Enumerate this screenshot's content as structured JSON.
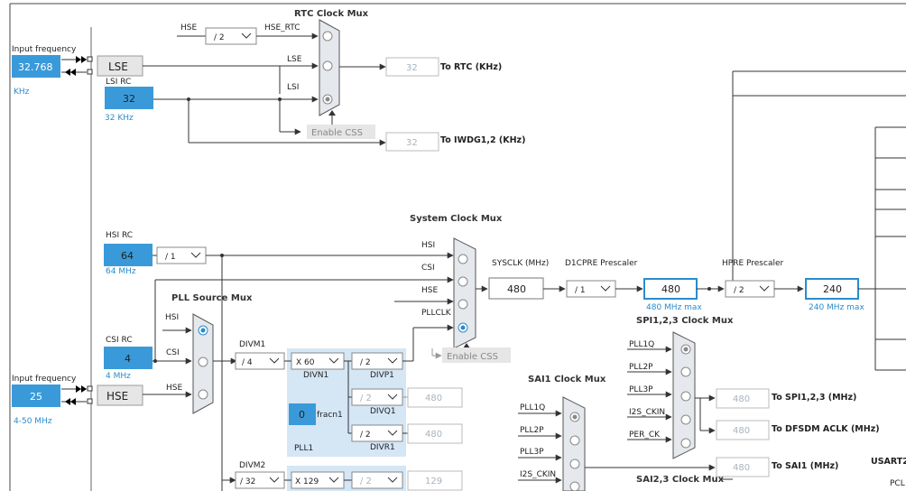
{
  "rtc_mux": {
    "title": "RTC Clock Mux",
    "hse_label": "HSE",
    "hse_div": "/ 2",
    "hse_rtc_label": "HSE_RTC",
    "lse_label": "LSE",
    "lsi_label": "LSI",
    "enable_css": "Enable CSS",
    "rtc_out": "32",
    "rtc_out_label": "To RTC (KHz)",
    "iwdg_out": "32",
    "iwdg_out_label": "To IWDG1,2 (KHz)"
  },
  "lse_block": {
    "input_freq_label": "Input frequency",
    "value": "32.768",
    "unit": "KHz",
    "name": "LSE"
  },
  "lsi_block": {
    "label": "LSI RC",
    "value": "32",
    "unit": "32 KHz"
  },
  "hsi_block": {
    "label": "HSI RC",
    "value": "64",
    "unit": "64 MHz",
    "div": "/ 1"
  },
  "csi_block": {
    "label": "CSI RC",
    "value": "4",
    "unit": "4 MHz"
  },
  "hse_block": {
    "input_freq_label": "Input frequency",
    "value": "25",
    "unit": "4-50 MHz",
    "name": "HSE"
  },
  "pll_src_mux": {
    "title": "PLL Source Mux",
    "hsi": "HSI",
    "csi": "CSI",
    "hse": "HSE"
  },
  "sys_mux": {
    "title": "System Clock Mux",
    "hsi": "HSI",
    "csi": "CSI",
    "hse": "HSE",
    "pllclk": "PLLCLK",
    "enable_css": "Enable CSS"
  },
  "sysclk": {
    "label": "SYSCLK (MHz)",
    "value": "480"
  },
  "d1cpre": {
    "label": "D1CPRE Prescaler",
    "div": "/ 1",
    "value": "480",
    "max": "480 MHz max"
  },
  "hpre": {
    "label": "HPRE Prescaler",
    "div": "/ 2",
    "value": "240",
    "max": "240 MHz max"
  },
  "pll1": {
    "divm1_label": "DIVM1",
    "divm1": "/ 4",
    "divn1": "X 60",
    "divn1_label": "DIVN1",
    "divp1": "/ 2",
    "divp1_label": "DIVP1",
    "divq1": "/ 2",
    "divq1_label": "DIVQ1",
    "divq1_out": "480",
    "divr1": "/ 2",
    "divr1_label": "DIVR1",
    "divr1_out": "480",
    "fracn1_value": "0",
    "fracn1_label": "fracn1",
    "name": "PLL1"
  },
  "pll2": {
    "divm2_label": "DIVM2",
    "divm2": "/ 32",
    "divn2": "X 129",
    "divp2": "/ 2",
    "divp2_out": "129"
  },
  "spi_mux": {
    "title": "SPI1,2,3 Clock Mux",
    "inputs": [
      "PLL1Q",
      "PLL2P",
      "PLL3P",
      "I2S_CKIN",
      "PER_CK"
    ],
    "out1": "480",
    "out1_label": "To SPI1,2,3 (MHz)",
    "out2": "480",
    "out2_label": "To DFSDM ACLK (MHz)"
  },
  "sai1_mux": {
    "title": "SAI1 Clock Mux",
    "inputs": [
      "PLL1Q",
      "PLL2P",
      "PLL3P",
      "I2S_CKIN"
    ],
    "out": "480",
    "out_label": "To SAI1 (MHz)"
  },
  "sai23_mux": {
    "title": "SAI2,3 Clock Mux"
  },
  "edge_labels": {
    "usart": "USART2",
    "pcl": "PCL"
  },
  "colors": {
    "blue_box": "#3a9ad9",
    "blue_text": "#2a8ccc",
    "pll_bg": "#d5e6f5",
    "gray_box": "#e6e6e6"
  }
}
